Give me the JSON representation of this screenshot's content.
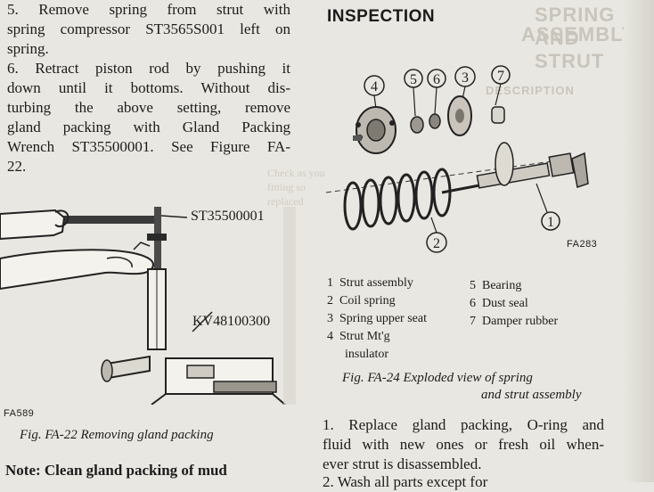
{
  "left_column": {
    "step5_lines": [
      "5.   Remove spring from strut with",
      "spring compressor ST3565S001 left on",
      "spring."
    ],
    "step6_lines": [
      "6.   Retract piston rod by pushing it",
      "down until it bottoms. Without dis-",
      "turbing the above setting, remove",
      "gland packing with Gland Packing",
      "Wrench ST35500001. See Figure FA-",
      "22."
    ],
    "figure": {
      "label_tool1": "ST35500001",
      "label_tool2": "KV48100300",
      "code": "FA589",
      "caption": "Fig. FA-22  Removing gland packing"
    },
    "note": "Note: Clean gland packing of mud"
  },
  "right_column": {
    "heading": "INSPECTION",
    "figure": {
      "callouts": [
        "4",
        "5",
        "6",
        "3",
        "7",
        "1",
        "2"
      ],
      "code": "FA283",
      "caption_line1": "Fig. FA-24  Exploded view of spring",
      "caption_line2": "and strut assembly"
    },
    "legend_left": [
      {
        "num": "1",
        "label": "Strut assembly"
      },
      {
        "num": "2",
        "label": "Coil spring"
      },
      {
        "num": "3",
        "label": "Spring upper seat"
      },
      {
        "num": "4",
        "label": "Strut Mt'g"
      }
    ],
    "legend_left_cont": "insulator",
    "legend_right": [
      {
        "num": "5",
        "label": "Bearing"
      },
      {
        "num": "6",
        "label": "Dust seal"
      },
      {
        "num": "7",
        "label": "Damper rubber"
      }
    ],
    "para1_lines": [
      "1.    Replace gland packing, O-ring and",
      "fluid with new ones or fresh oil when-",
      "ever strut is disassembled."
    ],
    "para2_partial": "2.   Wash all parts except for"
  },
  "bleed_through": {
    "heading_line1": "SPRING AND STRUT",
    "heading_line2": "ASSEMBLY",
    "section": "DESCRIPTION"
  }
}
